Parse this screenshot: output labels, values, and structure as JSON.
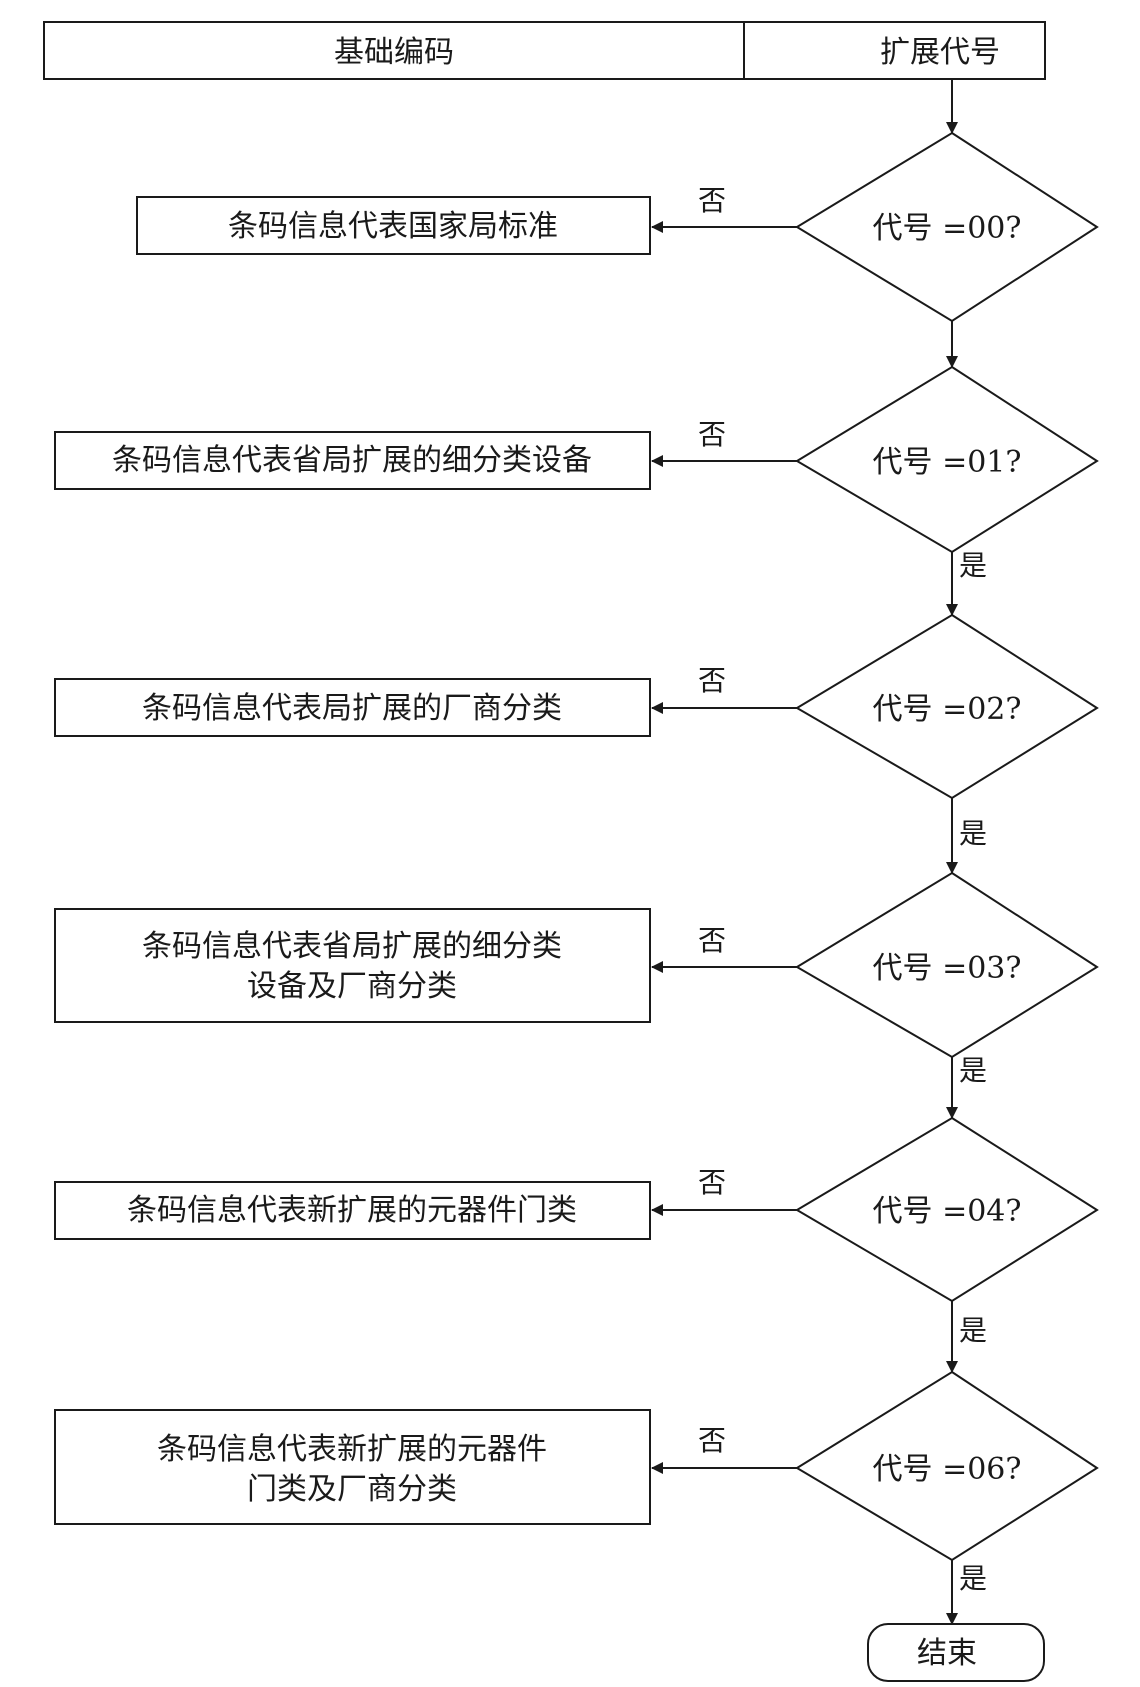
{
  "header": {
    "base_code": "基础编码",
    "ext_code": "扩展代号"
  },
  "decisions": [
    {
      "label": "代号 =00?",
      "no_label": "否",
      "no_result": [
        "条码信息代表国家局标准"
      ]
    },
    {
      "label": "代号 =01?",
      "no_label": "否",
      "no_result": [
        "条码信息代表省局扩展的细分类设备"
      ],
      "yes_label": "是"
    },
    {
      "label": "代号 =02?",
      "no_label": "否",
      "no_result": [
        "条码信息代表局扩展的厂商分类"
      ],
      "yes_label": "是"
    },
    {
      "label": "代号 =03?",
      "no_label": "否",
      "no_result": [
        "条码信息代表省局扩展的细分类",
        "设备及厂商分类"
      ],
      "yes_label": "是"
    },
    {
      "label": "代号 =04?",
      "no_label": "否",
      "no_result": [
        "条码信息代表新扩展的元器件门类"
      ],
      "yes_label": "是"
    },
    {
      "label": "代号 =06?",
      "no_label": "否",
      "no_result": [
        "条码信息代表新扩展的元器件",
        "门类及厂商分类"
      ],
      "yes_label": "是"
    }
  ],
  "end": {
    "label": "结束"
  }
}
